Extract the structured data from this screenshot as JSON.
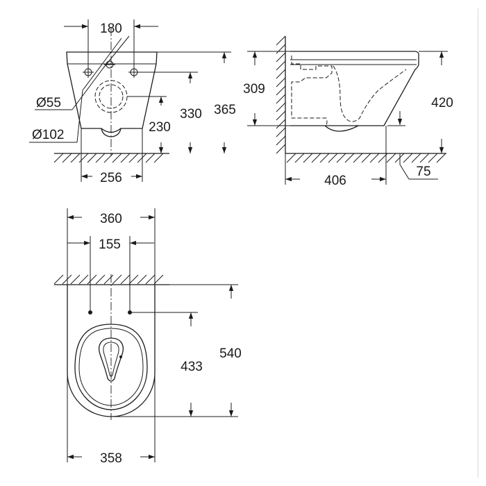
{
  "front_view": {
    "dims": {
      "fixing_spacing": "180",
      "outlet_diameter": "Ø55",
      "connection_diameter": "Ø102",
      "outlet_height": "230",
      "fixing_height": "330",
      "total_height": "365",
      "outlet_width": "256"
    }
  },
  "side_view": {
    "dims": {
      "rim_height": "309",
      "total_height": "420",
      "depth": "406",
      "outlet_offset": "75"
    }
  },
  "top_view": {
    "dims": {
      "total_width": "360",
      "fixing_spacing": "155",
      "fixing_to_front": "433",
      "total_depth": "540",
      "front_width": "358"
    }
  }
}
